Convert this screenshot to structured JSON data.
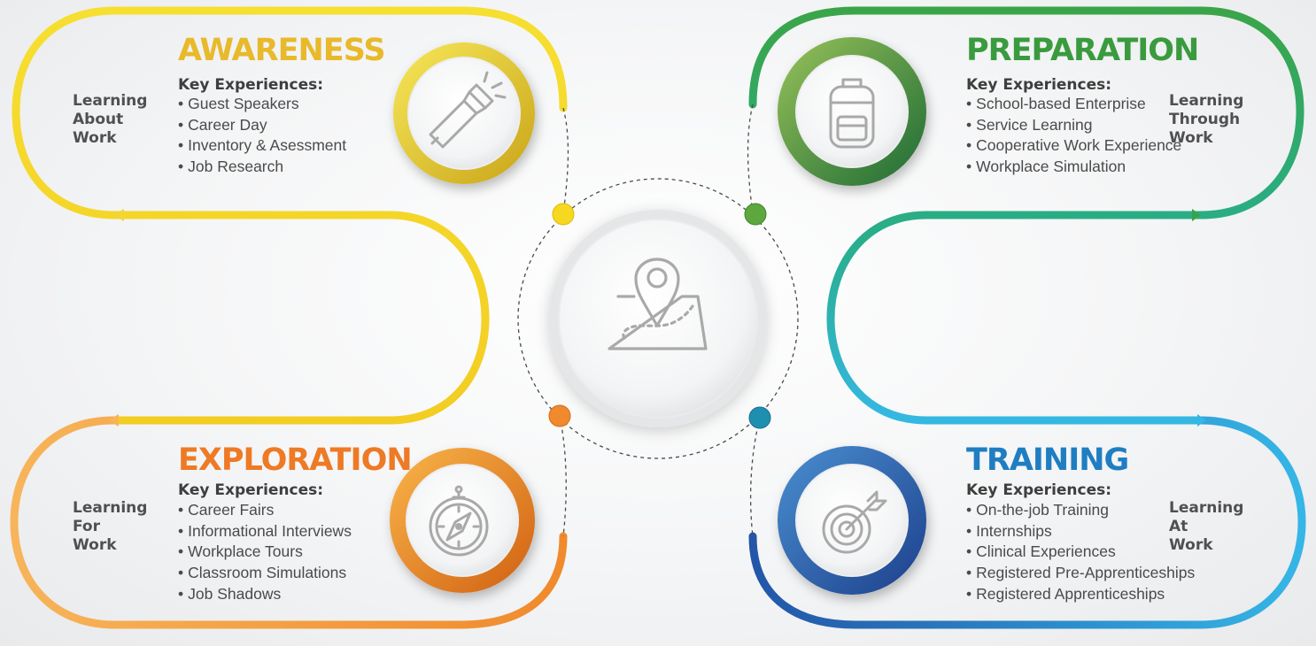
{
  "center": {
    "icon": "map-pin-route-icon"
  },
  "stages": [
    {
      "id": "awareness",
      "title": "AWARENESS",
      "color": "#e8b92a",
      "icon": "flashlight-icon",
      "key_label": "Key Experiences:",
      "items": [
        "Guest Speakers",
        "Career Day",
        "Inventory & Asessment",
        "Job Research"
      ],
      "side_label": [
        "Learning",
        "About",
        "Work"
      ]
    },
    {
      "id": "preparation",
      "title": "PREPARATION",
      "color": "#3a9b3e",
      "icon": "backpack-icon",
      "key_label": "Key Experiences:",
      "items": [
        "School-based Enterprise",
        "Service Learning",
        "Cooperative Work Experience",
        "Workplace Simulation"
      ],
      "side_label": [
        "Learning",
        "Through",
        "Work"
      ]
    },
    {
      "id": "exploration",
      "title": "EXPLORATION",
      "color": "#ee7a25",
      "icon": "compass-icon",
      "key_label": "Key Experiences:",
      "items": [
        "Career Fairs",
        "Informational Interviews",
        "Workplace Tours",
        "Classroom Simulations",
        "Job Shadows"
      ],
      "side_label": [
        "Learning",
        "For",
        "Work"
      ]
    },
    {
      "id": "training",
      "title": "TRAINING",
      "color": "#1f7ec2",
      "icon": "target-arrow-icon",
      "key_label": "Key Experiences:",
      "items": [
        "On-the-job Training",
        "Internships",
        "Clinical Experiences",
        "Registered Pre-Apprenticeships",
        "Registered Apprenticeships"
      ],
      "side_label": [
        "Learning",
        "At",
        "Work"
      ]
    }
  ],
  "colors": {
    "yellow": "#f5d10f",
    "yellow_light": "#fbe84a",
    "green": "#3aa548",
    "green_dark": "#1f7d3a",
    "teal": "#26b5b0",
    "cyan": "#35b6e6",
    "blue": "#2356a8",
    "orange": "#f3a33a",
    "orange_light": "#f7bd6a",
    "icon_gray": "#a9a9a9",
    "dot_line": "#4a4a4a"
  }
}
